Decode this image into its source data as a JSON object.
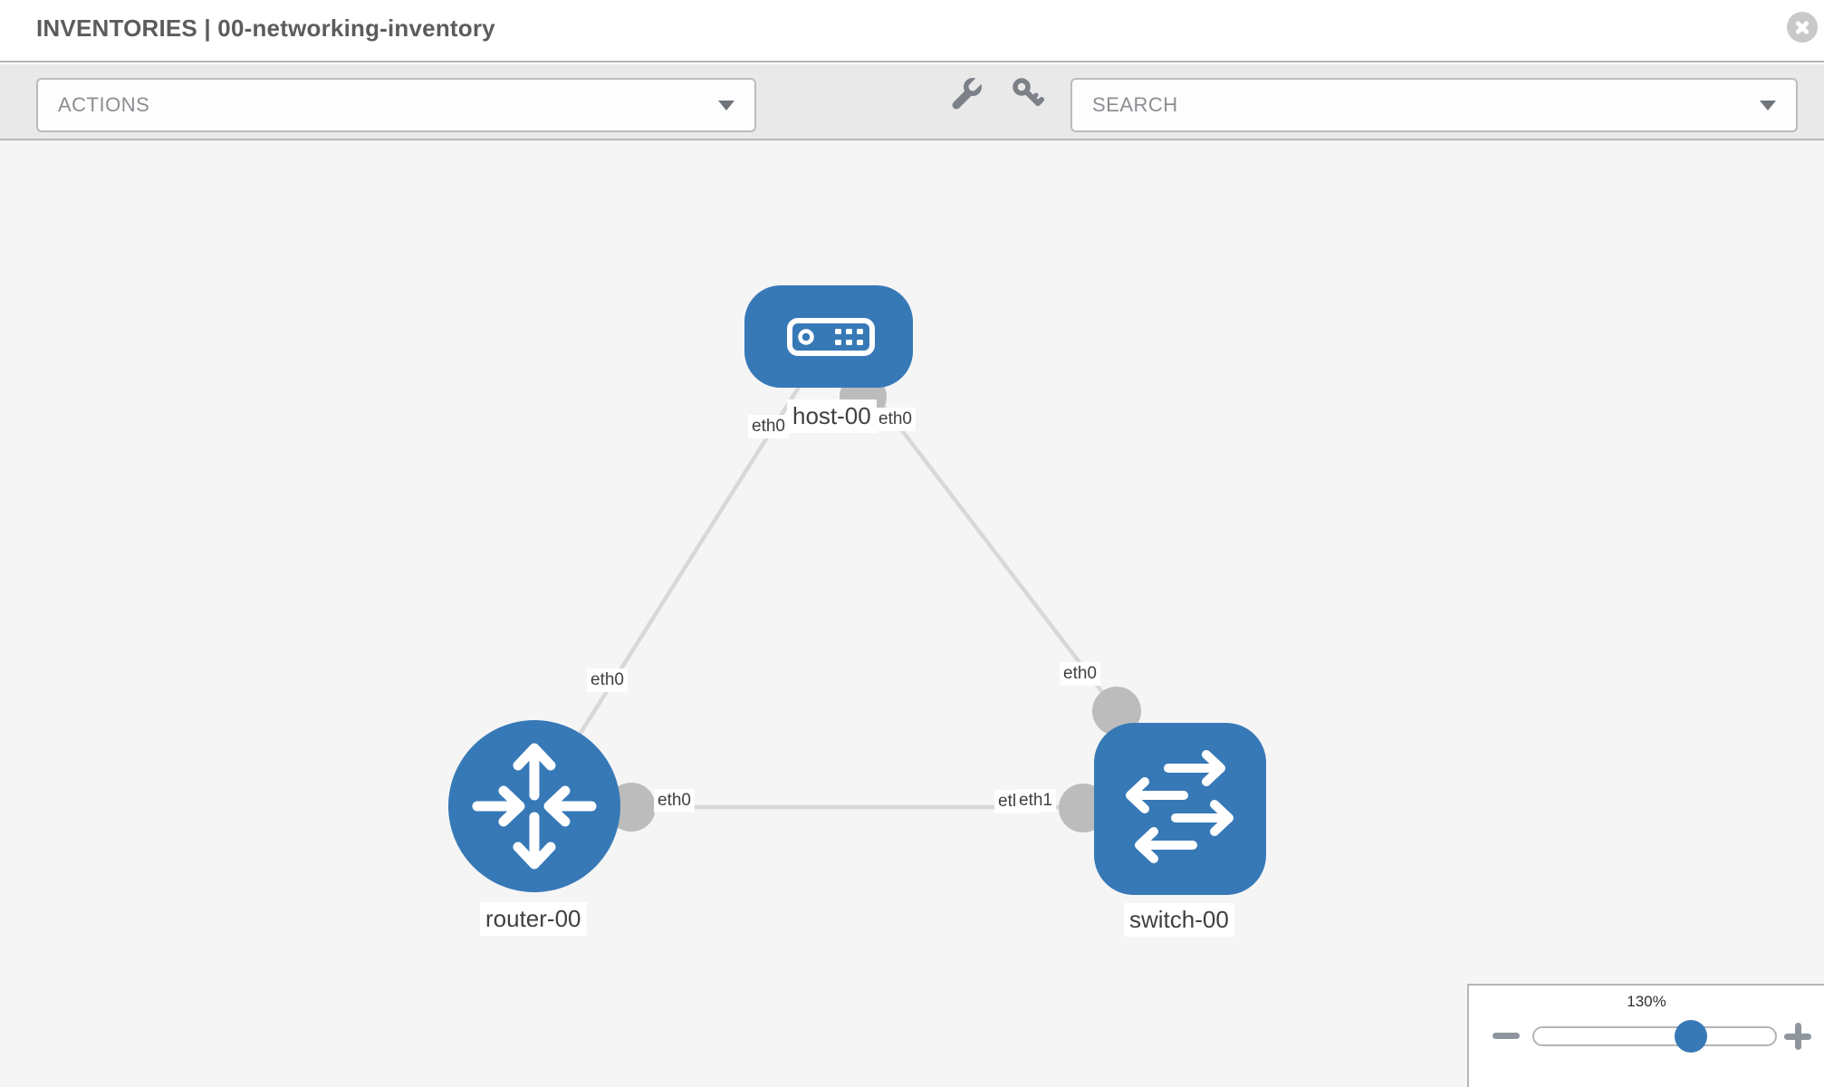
{
  "header": {
    "title": "INVENTORIES | 00-networking-inventory"
  },
  "toolbar": {
    "actions_label": "ACTIONS",
    "search_label": "SEARCH",
    "icons": [
      "wrench-icon",
      "key-icon"
    ]
  },
  "topology": {
    "nodes": [
      {
        "id": "host-00",
        "label": "host-00",
        "type": "host"
      },
      {
        "id": "router-00",
        "label": "router-00",
        "type": "router"
      },
      {
        "id": "switch-00",
        "label": "switch-00",
        "type": "switch"
      }
    ],
    "links": [
      {
        "source": "host-00",
        "target": "router-00",
        "source_interface": "eth0",
        "target_interface": "eth0"
      },
      {
        "source": "host-00",
        "target": "switch-00",
        "source_interface": "eth0",
        "target_interface": "eth0"
      },
      {
        "source": "router-00",
        "target": "switch-00",
        "source_interface": "eth0",
        "target_interface": "eth1"
      }
    ],
    "interface_labels": {
      "host_router_near_host": "eth0",
      "host_router_near_router": "eth0",
      "host_switch_near_host": "eth0",
      "host_switch_near_switch": "eth0",
      "router_switch_near_router": "eth0",
      "router_switch_near_switch_back": "eth0",
      "router_switch_near_switch_front": "eth1"
    }
  },
  "zoom_control": {
    "level": "130%"
  },
  "colors": {
    "node_blue": "#3779b7",
    "link_gray": "#d8d8d8",
    "connector_gray": "#bcbcbc",
    "toolbar_bg": "#e9e9ea",
    "canvas_bg": "#f5f5f6"
  }
}
